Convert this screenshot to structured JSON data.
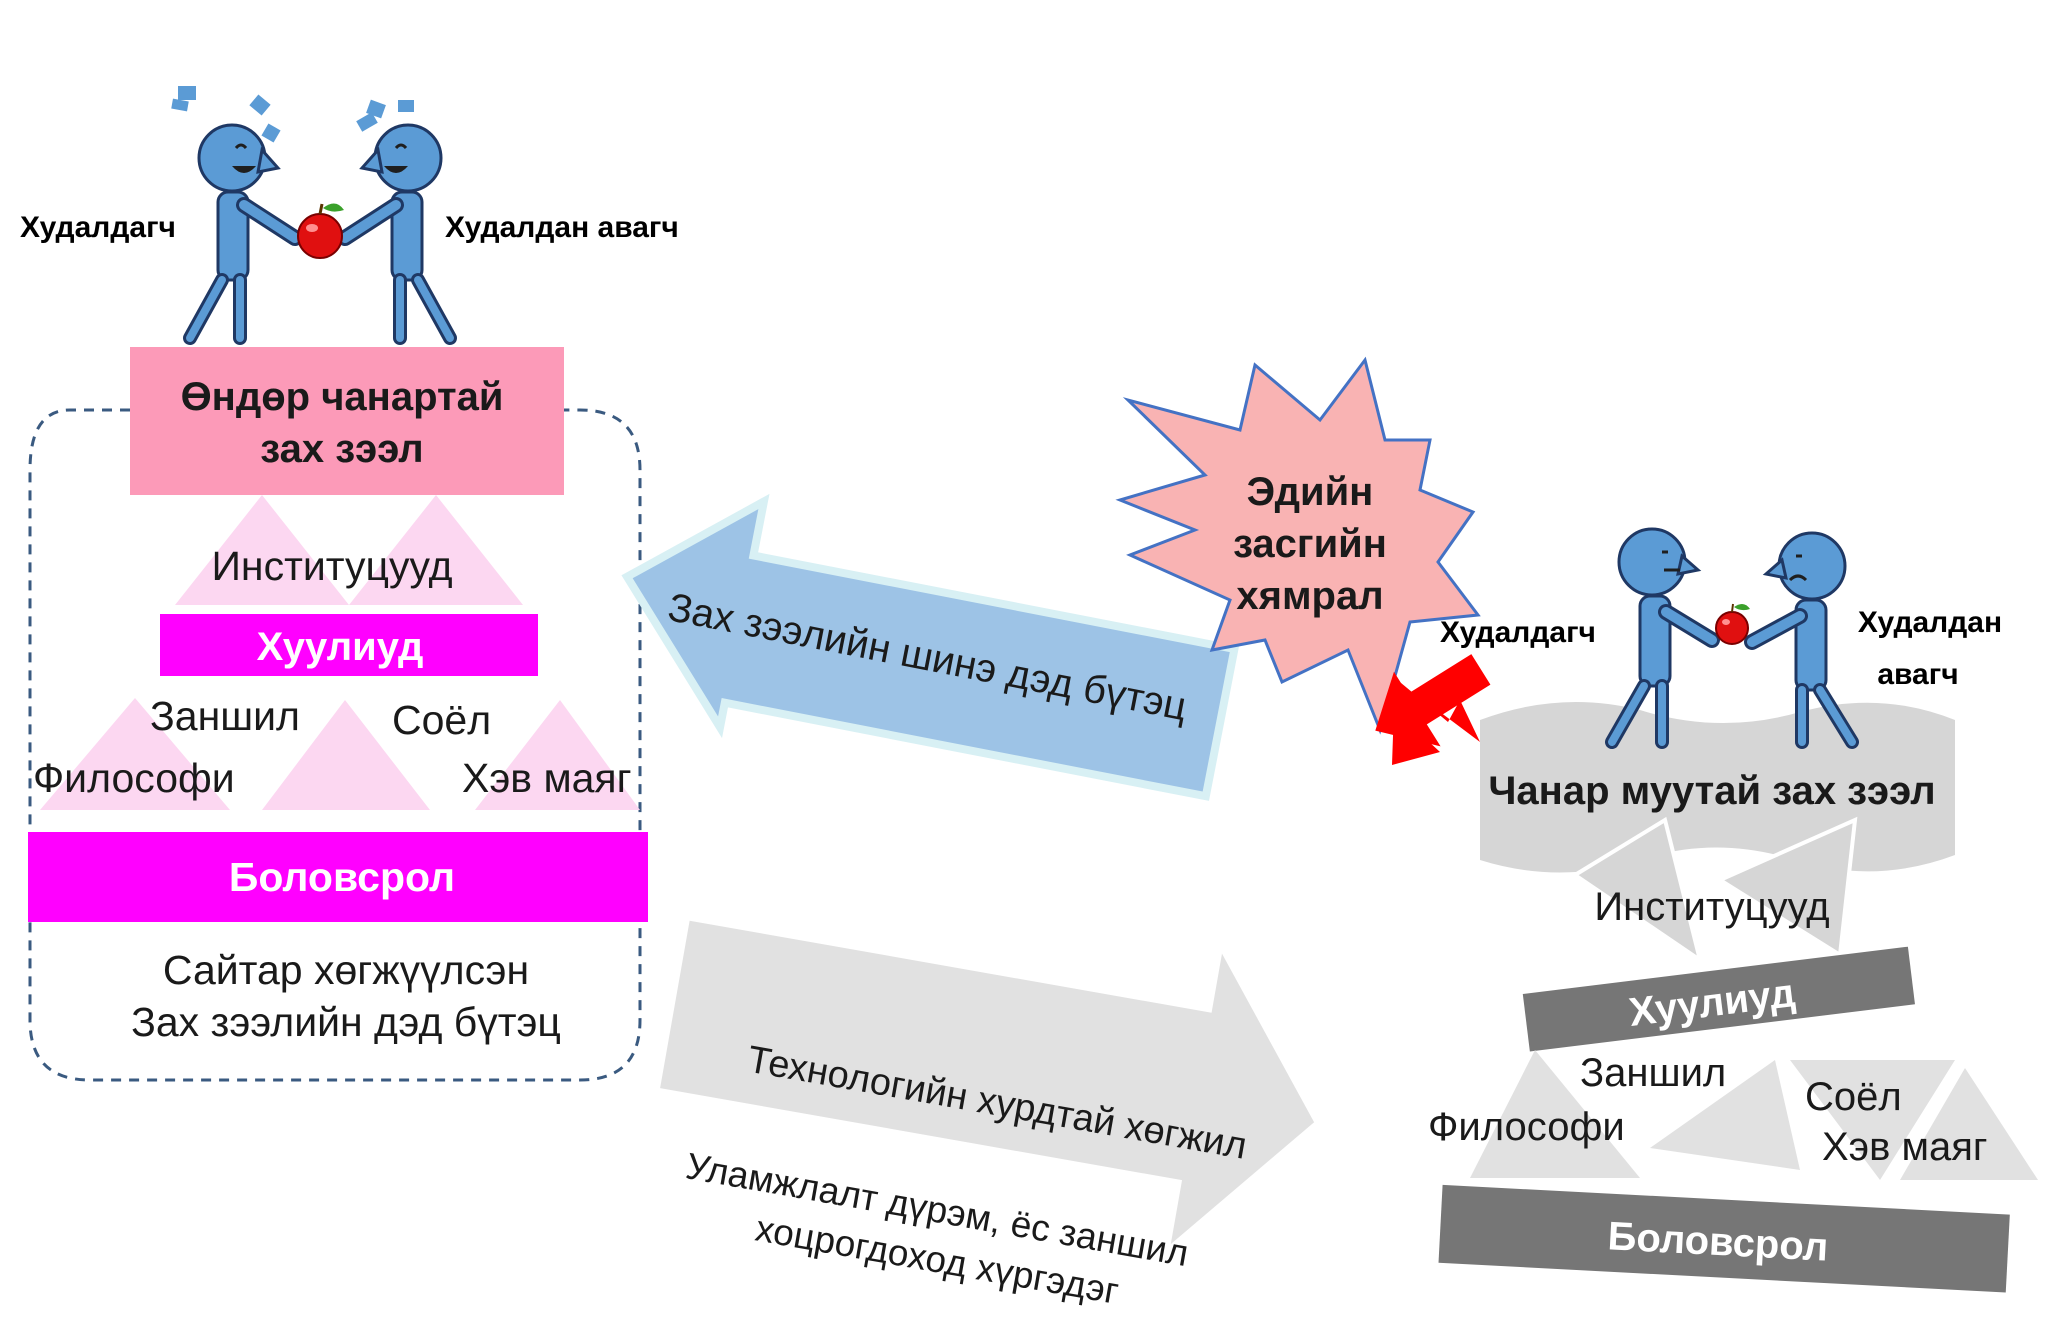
{
  "left": {
    "seller_label": "Худалдагч",
    "buyer_label": "Худалдан авагч",
    "market_title": [
      "Өндөр чанартай",
      "зах зээл"
    ],
    "institutions_label": "Институцууд",
    "laws_label": "Хуулиуд",
    "custom_label": "Заншил",
    "culture_label": "Соёл",
    "philosophy_label": "Философи",
    "lifestyle_label": "Хэв маяг",
    "education_label": "Боловсрол",
    "caption": [
      "Сайтар хөгжүүлсэн",
      "Зах зээлийн дэд бүтэц"
    ]
  },
  "middle": {
    "new_infra_arrow_label": "Зах зээлийн шинэ дэд бүтэц",
    "crisis_label": [
      "Эдийн",
      "засгийн",
      "хямрал"
    ],
    "tech_arrow_label": "Технологийн хурдтай хөгжил",
    "tradition_label": [
      "Уламжлалт дүрэм, ёс заншил",
      "хоцрогдоход хүргэдэг"
    ]
  },
  "right": {
    "seller_label": "Худалдагч",
    "buyer_label": [
      "Худалдан",
      "авагч"
    ],
    "market_title": "Чанар муутай зах зээл",
    "institutions_label": "Институцууд",
    "laws_label": "Хуулиуд",
    "custom_label": "Заншил",
    "culture_label": "Соёл",
    "philosophy_label": "Философи",
    "lifestyle_label": "Хэв маяг",
    "education_label": "Боловсрол"
  },
  "colors": {
    "figure_blue": "#5b9bd5",
    "figure_outline": "#1f3864",
    "pink_box": "#fc9ab8",
    "magenta": "#ff00ff",
    "light_pink": "#fcd7f1",
    "crisis_fill": "#f9b3b3",
    "blue_arrow": "#9dc3e6",
    "gray_arrow": "#e1e1e1",
    "dark_gray_bar": "#767676",
    "light_gray": "#d6d6d6",
    "red_arrow": "#ff0000",
    "apple_red": "#e01010"
  }
}
